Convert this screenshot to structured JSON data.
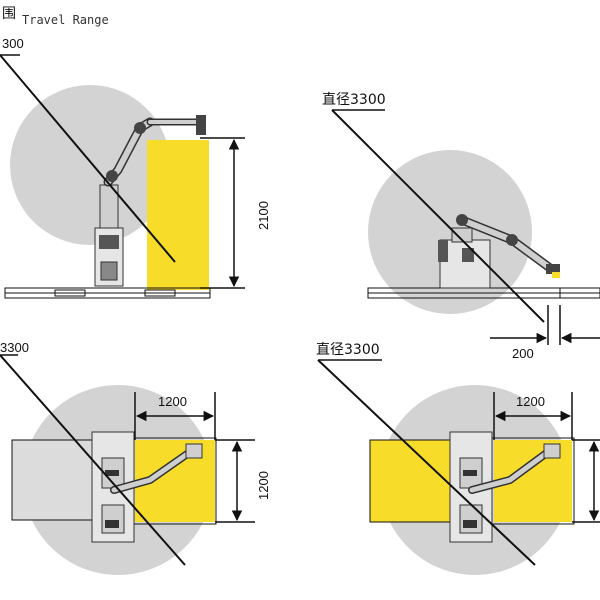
{
  "header": {
    "glyph": "围",
    "title": "Travel Range"
  },
  "colors": {
    "reach_circle": "#d3d3d3",
    "work_zone": "#f7dd2a",
    "outline": "#111111",
    "robot_body": "#dcdcdc",
    "robot_dark": "#333333"
  },
  "panels": {
    "top_left": {
      "diameter_label": "300",
      "height_label": "2100"
    },
    "top_right": {
      "diameter_label": "直径3300",
      "offset_label": "200"
    },
    "bottom_left": {
      "diameter_label": "3300",
      "width_label": "1200",
      "depth_label": "1200"
    },
    "bottom_right": {
      "diameter_label": "直径3300",
      "width_label": "1200"
    }
  }
}
